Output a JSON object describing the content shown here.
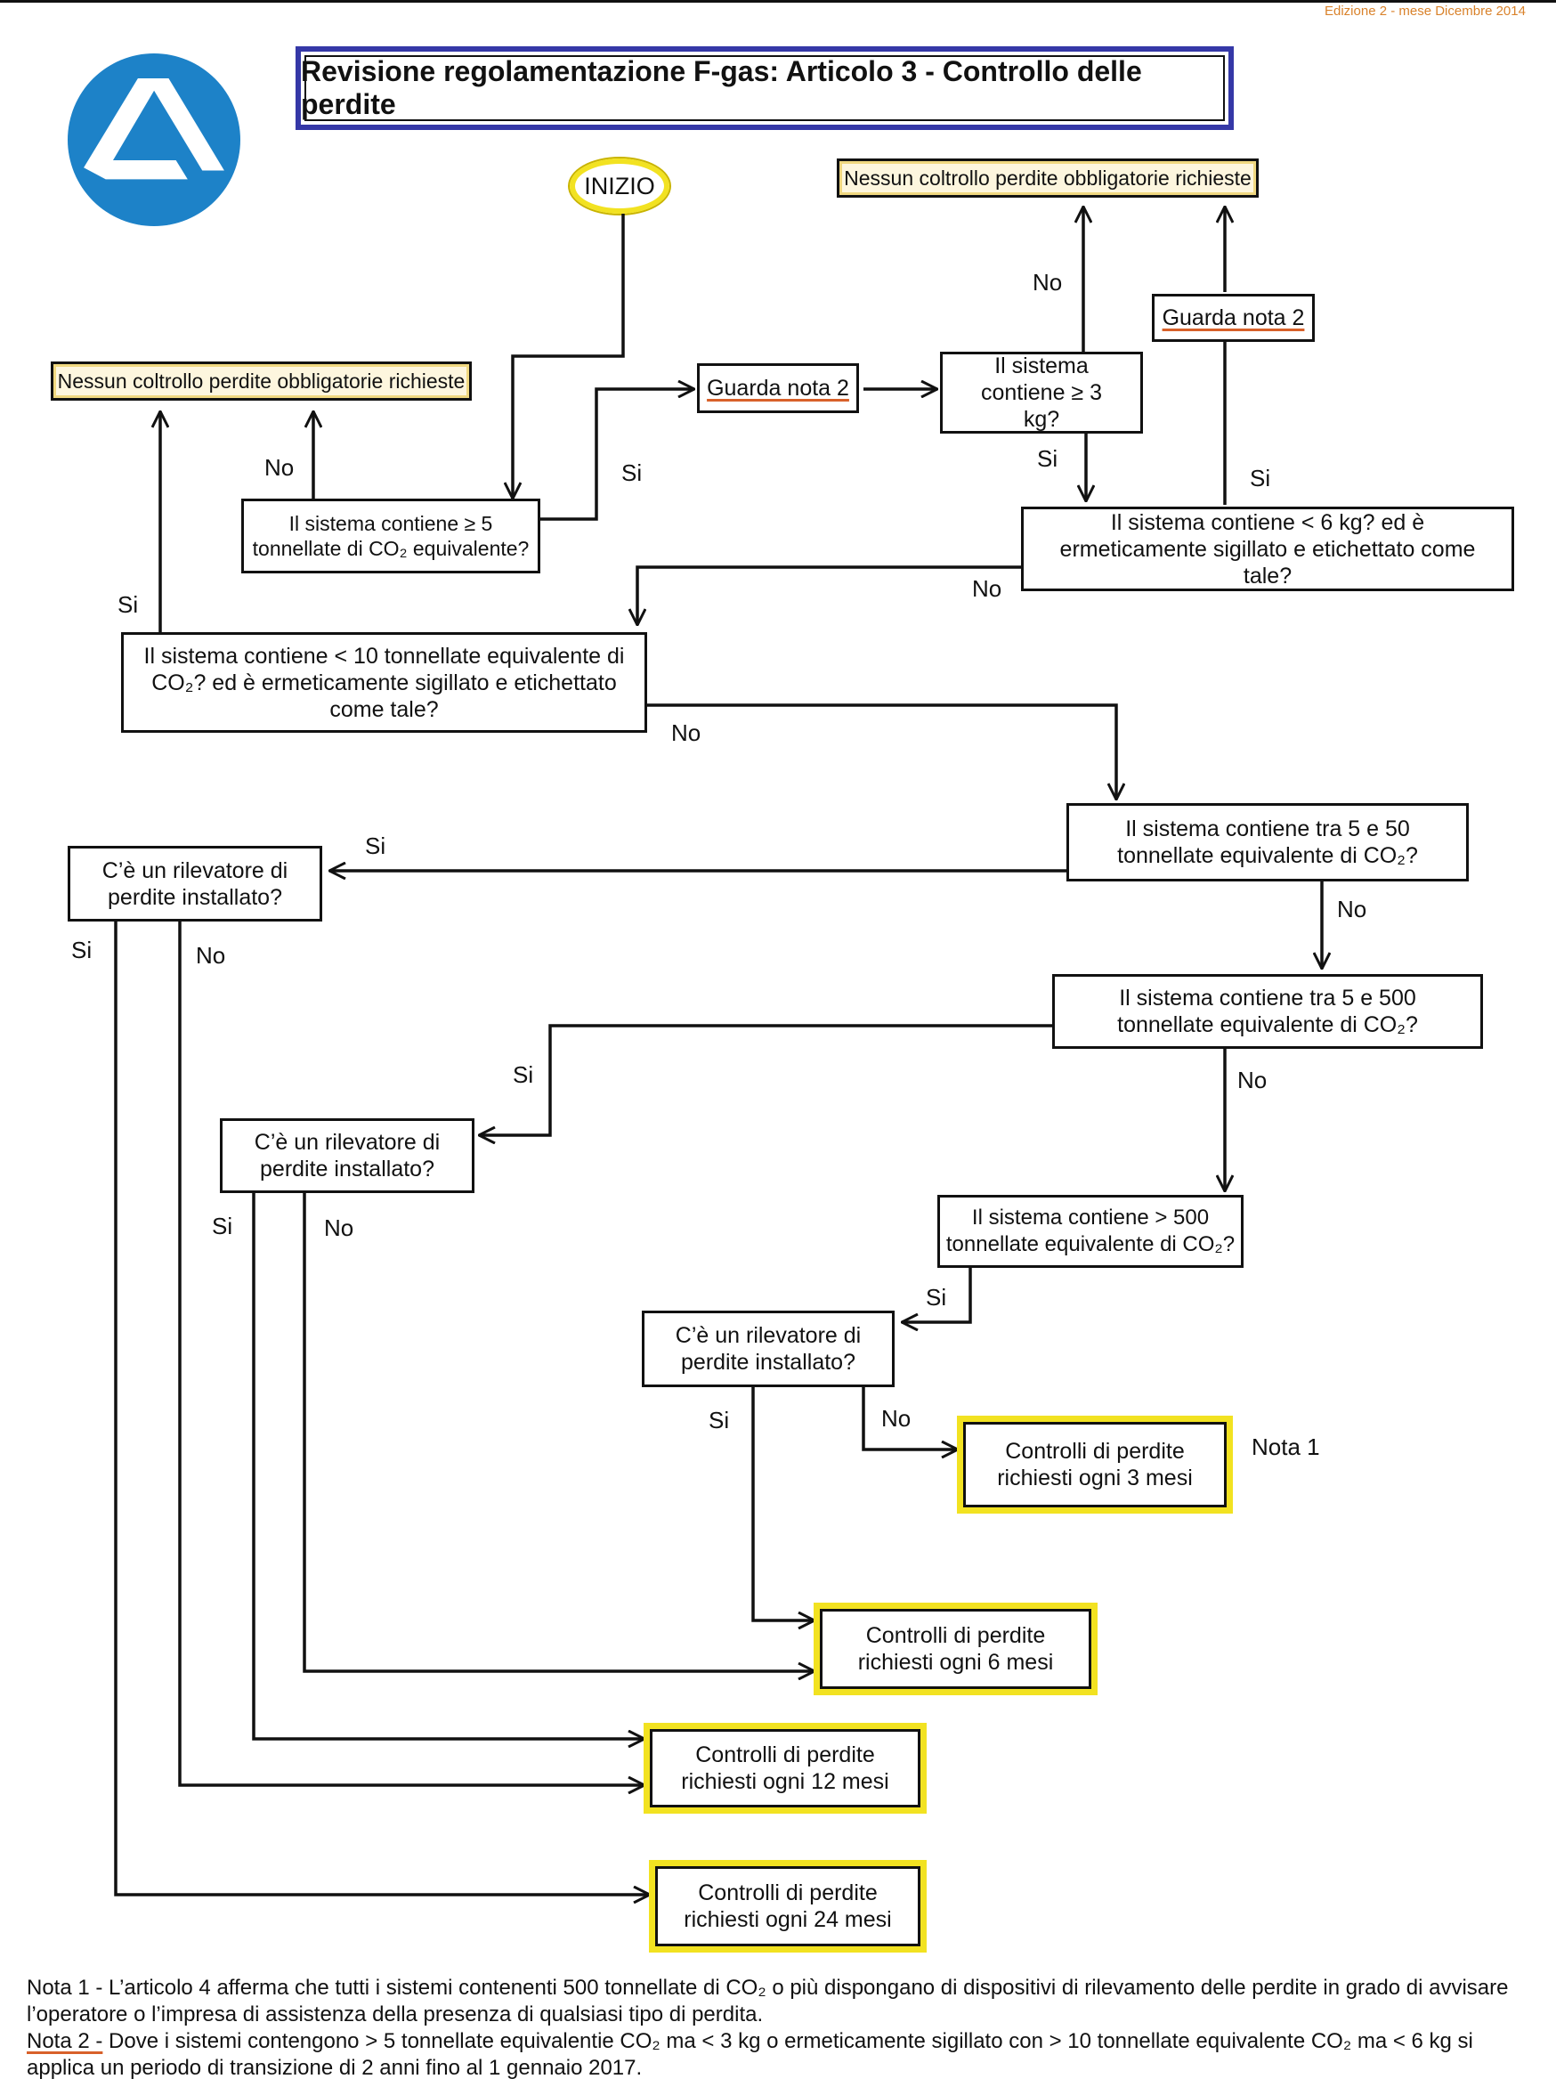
{
  "edition": "Edizione 2 - mese Dicembre 2014",
  "title": "Revisione regolamentazione F-gas: Articolo 3 - Controllo delle perdite",
  "start": "INIZIO",
  "nodes": {
    "nessun_right": "Nessun coltrollo perdite obbligatorie richieste",
    "nessun_left": "Nessun coltrollo perdite obbligatorie richieste",
    "nota2_a": "Guarda nota 2",
    "nota2_b": "Guarda nota 2",
    "q_3kg": "Il sistema contiene ≥ 3 kg?",
    "q_5t": "Il sistema contiene ≥ 5 tonnellate di CO₂ equivalente?",
    "q_6kg": "Il sistema contiene < 6 kg? ed è ermeticamente sigillato e etichettato come tale?",
    "q_10t": "Il sistema contiene < 10 tonnellate equivalente di CO₂? ed è ermeticamente sigillato e etichettato come tale?",
    "q_5_50": "Il sistema contiene tra 5 e 50 tonnellate equivalente di CO₂?",
    "q_5_500": "Il sistema contiene tra 5 e 500 tonnellate equivalente di CO₂?",
    "q_500": "Il sistema contiene > 500 tonnellate equivalente di CO₂?",
    "det_1": "C’è un rilevatore di perdite installato?",
    "det_2": "C’è un rilevatore di perdite installato?",
    "det_3": "C’è un rilevatore di perdite installato?",
    "r_3m": "Controlli di perdite richiesti ogni 3 mesi",
    "r_6m": "Controlli di perdite richiesti ogni 6 mesi",
    "r_12m": "Controlli di perdite richiesti ogni 12 mesi",
    "r_24m": "Controlli di perdite richiesti ogni 24 mesi",
    "nota1_ref": "Nota 1"
  },
  "edge_labels": {
    "si": "Si",
    "no": "No"
  },
  "notes": {
    "nota1": "Nota 1 - L’articolo 4 afferma che tutti i sistemi contenenti 500 tonnellate di CO₂ o più dispongano di dispositivi di rilevamento delle perdite in grado di avvisare l’operatore o l’impresa di assistenza della presenza di qualsiasi tipo di perdita.",
    "nota2_label": "Nota 2 -",
    "nota2_text": " Dove i sistemi contengono > 5 tonnellate equivalentie CO₂ ma < 3 kg o ermeticamente sigillato con > 10 tonnellate equivalente CO₂ ma < 6 kg si applica un periodo di transizione di 2 anni fino al 1 gennaio 2017."
  },
  "colors": {
    "title_border": "#3538a7",
    "logo_blue": "#1d82c8",
    "highlight": "#f2e221",
    "note_underline": "#d8612a",
    "edition_text": "#d9822b"
  }
}
